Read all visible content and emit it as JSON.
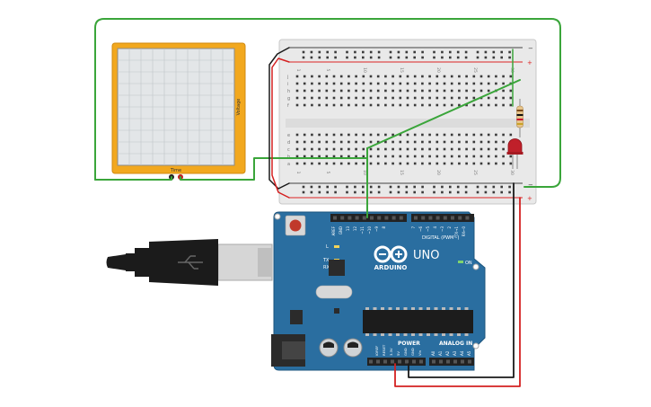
{
  "oscilloscope": {
    "x_label": "Time",
    "y_label": "Voltage"
  },
  "breadboard": {
    "rail_plus": "+",
    "rail_minus": "−",
    "row_letters_top": [
      "j",
      "i",
      "h",
      "g",
      "f"
    ],
    "row_letters_bottom": [
      "e",
      "d",
      "c",
      "b",
      "a"
    ],
    "column_numbers": [
      "1",
      "",
      "",
      "",
      "5",
      "",
      "",
      "",
      "",
      "10",
      "",
      "",
      "",
      "",
      "15",
      "",
      "",
      "",
      "",
      "20",
      "",
      "",
      "",
      "",
      "25",
      "",
      "",
      "",
      "",
      "30"
    ]
  },
  "arduino": {
    "brand": "ARDUINO",
    "model": "UNO",
    "digital_header": "DIGITAL (PWM~)",
    "power_header": "POWER",
    "analog_header": "ANALOG IN",
    "on_label": "ON",
    "led_l": "L",
    "led_tx": "TX",
    "led_rx": "RX",
    "top_pins": [
      "AREF",
      "GND",
      "13",
      "12",
      "~11",
      "~10",
      "~9",
      "8",
      "",
      "7",
      "~6",
      "~5",
      "4",
      "~3",
      "2",
      "TX→1",
      "RX←0"
    ],
    "power_pins": [
      "IOREF",
      "RESET",
      "3.3V",
      "5V",
      "GND",
      "GND",
      "Vin"
    ],
    "analog_pins": [
      "A0",
      "A1",
      "A2",
      "A3",
      "A4",
      "A5"
    ]
  },
  "colors": {
    "wire_green": "#3aa53a",
    "wire_red": "#d42020",
    "wire_black": "#1a1a1a",
    "board_blue": "#2a6ea0",
    "scope_frame": "#f0a820",
    "led_red": "#c0202a"
  }
}
